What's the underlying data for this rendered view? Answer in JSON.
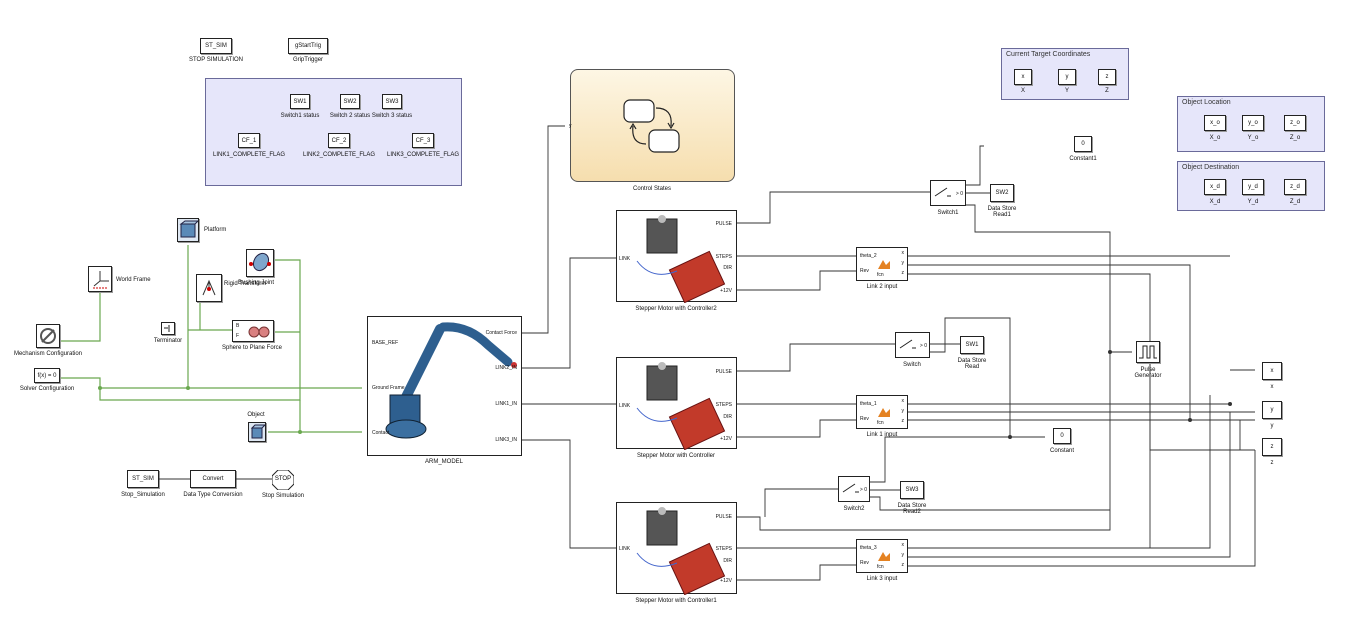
{
  "top_blocks": {
    "st_sim": "ST_SIM",
    "st_sim_label": "STOP SIMULATION",
    "grip": "gStartTrig",
    "grip_label": "GripTrigger"
  },
  "status_area": {
    "sw1": "SW1",
    "sw1_label": "Switch1 status",
    "sw2": "SW2",
    "sw2_label": "Switch 2 status",
    "sw3": "SW3",
    "sw3_label": "Switch 3 status",
    "cf1": "CF_1",
    "cf1_label": "LINK1_COMPLETE_FLAG",
    "cf2": "CF_2",
    "cf2_label": "LINK2_COMPLETE_FLAG",
    "cf3": "CF_3",
    "cf3_label": "LINK3_COMPLETE_FLAG"
  },
  "target_area": {
    "title": "Current Target Coordinates",
    "x": "x",
    "y": "y",
    "z": "z",
    "x_label": "X",
    "y_label": "Y",
    "z_label": "Z"
  },
  "object_location": {
    "title": "Object Location",
    "x": "x_o",
    "y": "y_o",
    "z": "z_o",
    "x_label": "X_o",
    "y_label": "Y_o",
    "z_label": "Z_o"
  },
  "object_destination": {
    "title": "Object Destination",
    "x": "x_d",
    "y": "y_d",
    "z": "z_d",
    "x_label": "X_d",
    "y_label": "Y_d",
    "z_label": "Z_d"
  },
  "control_states": {
    "label": "Control States",
    "port": "y"
  },
  "left_blocks": {
    "platform": "Platform",
    "world_frame": "World Frame",
    "rigid_transform": "Rigid Transform",
    "bushing_joint": "Bushing Joint",
    "sphere_plane": "Sphere to Plane Force",
    "sphere_plane_ports": [
      "B",
      "F"
    ],
    "terminator": "Terminator",
    "mech_config": "Mechanism Configuration",
    "solver_label": "Solver Configuration",
    "solver_text": "f(x) = 0",
    "object": "Object"
  },
  "bottom_left": {
    "st_sim": "ST_SIM",
    "st_sim_label": "Stop_Simulation",
    "convert": "Convert",
    "convert_label": "Data Type Conversion",
    "stop": "STOP",
    "stop_label": "Stop Simulation"
  },
  "arm_model": {
    "label": "ARM_MODEL",
    "ports_left": [
      "BASE_REF",
      "Ground Frame",
      "Contact"
    ],
    "ports_right": [
      "Contact Force",
      "LINK2_IN",
      "LINK1_IN",
      "LINK3_IN"
    ]
  },
  "steppers": [
    {
      "label": "Stepper Motor with Controller2",
      "ports_in": [
        "PULSE",
        "STEPS",
        "DIR"
      ],
      "port_out": "LINK",
      "port_extra": "+12V"
    },
    {
      "label": "Stepper Motor with Controller",
      "ports_in": [
        "PULSE",
        "STEPS",
        "DIR"
      ],
      "port_out": "LINK",
      "port_extra": "+12V"
    },
    {
      "label": "Stepper Motor with Controller1",
      "ports_in": [
        "PULSE",
        "STEPS",
        "DIR"
      ],
      "port_out": "LINK",
      "port_extra": "+12V"
    }
  ],
  "link_inputs": [
    {
      "label": "Link 2 input",
      "theta": "theta_2",
      "rev": "Rev",
      "fcn": "fcn",
      "ports": [
        "x",
        "y",
        "z"
      ]
    },
    {
      "label": "Link 1 input",
      "theta": "theta_1",
      "rev": "Rev",
      "fcn": "fcn",
      "ports": [
        "x",
        "y",
        "z"
      ]
    },
    {
      "label": "Link 3 input",
      "theta": "theta_3",
      "rev": "Rev",
      "fcn": "fcn",
      "ports": [
        "x",
        "y",
        "z"
      ]
    }
  ],
  "switches": [
    {
      "label": "Switch1",
      "cond": "> 0"
    },
    {
      "label": "Switch",
      "cond": "> 0"
    },
    {
      "label": "Switch2",
      "cond": "> 0"
    }
  ],
  "data_store_reads": [
    {
      "text": "SW2",
      "label": "Data Store Read1"
    },
    {
      "text": "SW1",
      "label": "Data Store Read"
    },
    {
      "text": "SW3",
      "label": "Data Store Read2"
    }
  ],
  "constants": [
    {
      "text": "0",
      "label": "Constant1"
    },
    {
      "text": "0",
      "label": "Constant"
    }
  ],
  "pulse": {
    "label": "Pulse Generator"
  },
  "inports": [
    {
      "text": "x",
      "label": "x"
    },
    {
      "text": "y",
      "label": "y"
    },
    {
      "text": "z",
      "label": "z"
    }
  ],
  "colors": {
    "physical": "#6aa84f",
    "signal": "#333333",
    "area": "#e6e6fa",
    "chart": "#f6deae"
  }
}
